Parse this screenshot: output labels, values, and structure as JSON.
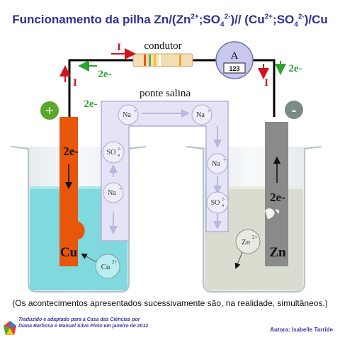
{
  "title": {
    "prefix": "Funcionamento da pilha Zn/(Zn",
    "zn_charge": "2+",
    "sep1": ";SO",
    "so4_sub": "4",
    "so4_charge": "2-",
    "mid": ")// (Cu",
    "cu_charge": "2+",
    "sep2": ";SO",
    "so4_sub_2": "4",
    "so4_charge_2": "2-",
    "suffix": ")/Cu"
  },
  "labels": {
    "condutor": "condutor",
    "ponte_salina": "ponte salina",
    "current_left": "I",
    "current_top": "I",
    "current_right": "I",
    "electrons_top": "2e-",
    "electrons_left": "2e-",
    "electrons_right": "2e-",
    "electrons_cu": "2e-",
    "electrons_zn": "2e-",
    "plus": "+",
    "minus": "-",
    "ammeter_letter": "A",
    "ammeter_reading": "123",
    "cu_electrode": "Cu",
    "zn_electrode": "Zn",
    "cu_ion": "Cu",
    "cu_ion_charge": "2+",
    "zn_ion": "Zn",
    "zn_ion_charge": "2+",
    "na_ion_1": "Na",
    "na_ion_2": "Na",
    "na_ion_3": "Na",
    "na_ion_4": "Na",
    "na_charge": "+",
    "so4_ion_1": "SO",
    "so4_ion_2": "SO",
    "so4_ion_sub": "4",
    "so4_ion_charge": "2-"
  },
  "footer": {
    "note": "(Os acontecimentos apresentados sucessivamente são, na realidade, simultâneos.)",
    "credit_line1": "Traduzido e adaptado para a Casa das Ciências por",
    "credit_line2": "Diana Barbosa e Manuel Silva Pinto em janeiro de 2012",
    "author": "Autora: Isabelle Tarride"
  },
  "colors": {
    "title": "#2e3192",
    "copper": "#e8560c",
    "zinc": "#8a8a8a",
    "cu_solution": "#7fd9df",
    "zn_solution": "#d8ddd0",
    "salt_bridge": "#e4e4f6",
    "wire": "#000000",
    "current_arrow": "#d0141e",
    "electron_arrow": "#2fa12f",
    "plus_badge": "#5aa82a",
    "minus_badge": "#7a8c86",
    "ammeter": "#c8c8ee"
  }
}
